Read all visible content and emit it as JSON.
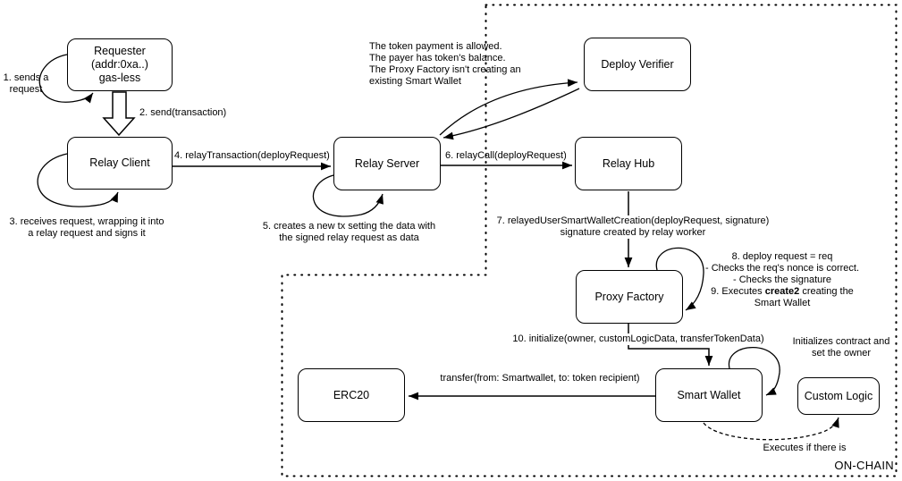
{
  "nodes": {
    "requester": "Requester\n(addr:0xa..)\ngas-less",
    "relay_client": "Relay Client",
    "relay_server": "Relay Server",
    "deploy_verifier": "Deploy Verifier",
    "relay_hub": "Relay Hub",
    "proxy_factory": "Proxy Factory",
    "smart_wallet": "Smart Wallet",
    "custom_logic": "Custom Logic",
    "erc20": "ERC20"
  },
  "annotations": {
    "step1": "1. sends a\nrequest",
    "step2": "2. send(transaction)",
    "step3": "3. receives request, wrapping it into\na relay request and signs it",
    "step4": "4. relayTransaction(deployRequest)",
    "step5": "5. creates a new tx setting the data with\nthe signed relay request as data",
    "step6": "6. relayCall(deployRequest)",
    "step7": "7. relayedUserSmartWalletCreation(deployRequest, signature)\nsignature created by relay worker",
    "step8": "8. deploy request = req\n- Checks the req's nonce is correct.\n- Checks the signature\n",
    "step9_prefix": "9. Executes ",
    "step9_bold": "create2",
    "step9_suffix": " creating the\nSmart Wallet",
    "step10": "10. initialize(owner, customLogicData, transferTokenData)",
    "transfer_label": "transfer(from: Smartwallet, to: token recipient)",
    "verifier_checks": "The token payment is allowed.\nThe payer has token's balance.\nThe Proxy Factory isn't creating an\nexisting Smart Wallet",
    "initializes_note": "Initializes contract and\nset the owner",
    "executes_note": "Executes if there is",
    "onchain_label": "ON-CHAIN"
  },
  "colors": {
    "stroke": "#000000",
    "background": "#ffffff",
    "text": "#000000"
  }
}
